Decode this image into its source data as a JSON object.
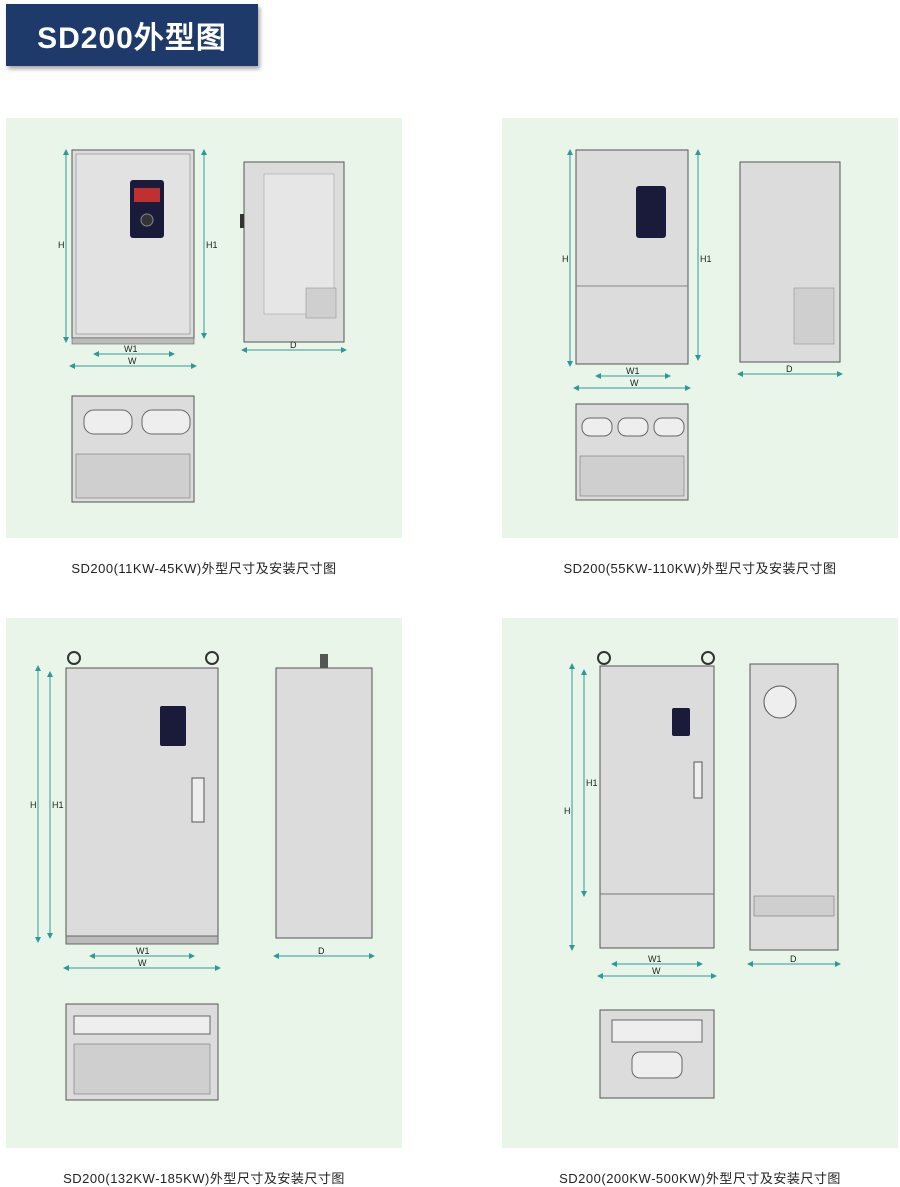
{
  "page": {
    "title": "SD200外型图"
  },
  "panels": [
    {
      "caption": "SD200(11KW-45KW)外型尺寸及安装尺寸图",
      "dims": {
        "w1": "W1",
        "w": "W",
        "h": "H",
        "h1": "H1",
        "d": "D"
      }
    },
    {
      "caption": "SD200(55KW-110KW)外型尺寸及安装尺寸图",
      "dims": {
        "w1": "W1",
        "w": "W",
        "h": "H",
        "h1": "H1",
        "d": "D"
      }
    },
    {
      "caption": "SD200(132KW-185KW)外型尺寸及安装尺寸图",
      "dims": {
        "w1": "W1",
        "w": "W",
        "h": "H",
        "h1": "H1",
        "d": "D"
      }
    },
    {
      "caption": "SD200(200KW-500KW)外型尺寸及安装尺寸图",
      "dims": {
        "w1": "W1",
        "w": "W",
        "h": "H",
        "h1": "H1",
        "d": "D"
      }
    }
  ],
  "colors": {
    "banner": "#1e3a6b",
    "panel_bg": "#e9f5e8",
    "dimension_line": "#2a9a9a",
    "enclosure": "#dcdcdc",
    "keypad": "#1a1a3a"
  }
}
